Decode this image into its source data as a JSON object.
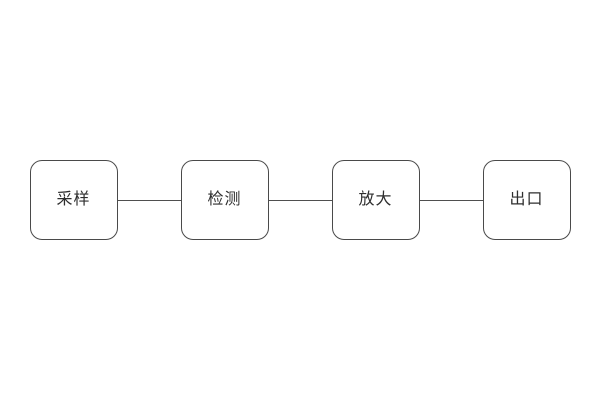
{
  "diagram": {
    "type": "flowchart",
    "orientation": "horizontal",
    "nodes": [
      {
        "id": "sampling",
        "label": "采样",
        "shape": "rounded-rect"
      },
      {
        "id": "detection",
        "label": "检测",
        "shape": "rounded-rect"
      },
      {
        "id": "amplify",
        "label": "放大",
        "shape": "rounded-rect"
      },
      {
        "id": "outlet",
        "label": "出口",
        "shape": "rounded-rect"
      }
    ],
    "connections": [
      {
        "from": "sampling",
        "to": "detection",
        "style": "plain-line"
      },
      {
        "from": "detection",
        "to": "amplify",
        "style": "plain-line"
      },
      {
        "from": "amplify",
        "to": "outlet",
        "style": "plain-line"
      }
    ],
    "colors": {
      "background": "#ffffff",
      "node_border": "#4a4a4a",
      "connector_line": "#4f4f4f",
      "label_text": "#2e2e2e"
    }
  }
}
